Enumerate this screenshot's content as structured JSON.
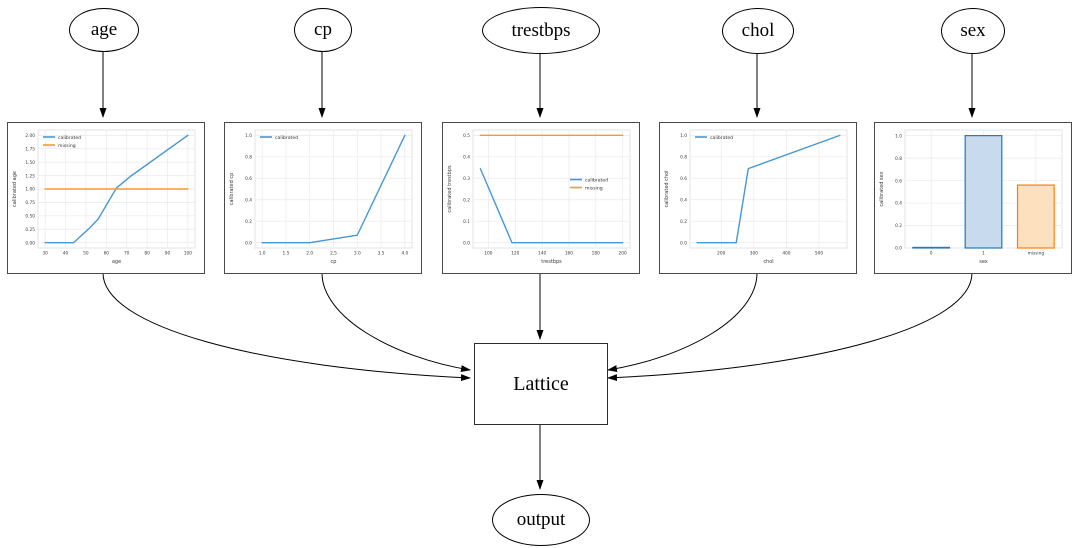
{
  "nodes": {
    "age": "age",
    "cp": "cp",
    "trestbps": "trestbps",
    "chol": "chol",
    "sex": "sex",
    "lattice": "Lattice",
    "output": "output"
  },
  "colors": {
    "calibrated_line": "#4b96d1",
    "missing_line": "#ff962d",
    "bar_blue_fill": "#c7daee",
    "bar_blue_edge": "#2878b5",
    "bar_orange_fill": "#fde0bd",
    "bar_orange_edge": "#ff7f0e",
    "grid": "#e9e9f0",
    "plot_border": "#e3e3ea",
    "box_border": "#4a4a4a",
    "edge_color": "#000000"
  },
  "chart_data": [
    {
      "type": "line",
      "xlabel": "age",
      "ylabel": "calibrated age",
      "xlim": [
        26.5,
        103.5
      ],
      "ylim": [
        -0.1,
        2.1
      ],
      "xticks": {
        "values": [
          30,
          40,
          50,
          60,
          70,
          80,
          90,
          100
        ],
        "labels": [
          "30",
          "40",
          "50",
          "60",
          "70",
          "80",
          "90",
          "100"
        ]
      },
      "yticks": {
        "values": [
          0,
          0.25,
          0.5,
          0.75,
          1.0,
          1.25,
          1.5,
          1.75,
          2.0
        ],
        "labels": [
          "0.00",
          "0.25",
          "0.50",
          "0.75",
          "1.00",
          "1.25",
          "1.50",
          "1.75",
          "2.00"
        ]
      },
      "series": [
        {
          "name": "calibrated",
          "color": "#4b96d1",
          "points": [
            [
              30,
              0
            ],
            [
              44,
              0
            ],
            [
              52,
              0.28
            ],
            [
              56,
              0.44
            ],
            [
              65,
              1.02
            ],
            [
              72,
              1.24
            ],
            [
              100,
              2.0
            ]
          ]
        },
        {
          "name": "missing",
          "color": "#ff962d",
          "points": [
            [
              30,
              1.0
            ],
            [
              100,
              1.0
            ]
          ]
        }
      ],
      "legend": {
        "show": true,
        "position": "nw",
        "entries": [
          "calibrated",
          "missing"
        ]
      }
    },
    {
      "type": "line",
      "xlabel": "cp",
      "ylabel": "calibrated cp",
      "xlim": [
        0.85,
        4.15
      ],
      "ylim": [
        -0.05,
        1.05
      ],
      "xticks": {
        "values": [
          1.0,
          1.5,
          2.0,
          2.5,
          3.0,
          3.5,
          4.0
        ],
        "labels": [
          "1.0",
          "1.5",
          "2.0",
          "2.5",
          "3.0",
          "3.5",
          "4.0"
        ]
      },
      "yticks": {
        "values": [
          0,
          0.2,
          0.4,
          0.6,
          0.8,
          1.0
        ],
        "labels": [
          "0.0",
          "0.2",
          "0.4",
          "0.6",
          "0.8",
          "1.0"
        ]
      },
      "series": [
        {
          "name": "calibrated",
          "color": "#4b96d1",
          "points": [
            [
              1,
              0
            ],
            [
              2,
              0
            ],
            [
              3,
              0.07
            ],
            [
              4,
              1.0
            ]
          ]
        }
      ],
      "legend": {
        "show": true,
        "position": "nw",
        "entries": [
          "calibrated"
        ]
      }
    },
    {
      "type": "line",
      "xlabel": "trestbps",
      "ylabel": "calibrated trestbps",
      "xlim": [
        88.5,
        205.5
      ],
      "ylim": [
        -0.025,
        0.525
      ],
      "xticks": {
        "values": [
          100,
          120,
          140,
          160,
          180,
          200
        ],
        "labels": [
          "100",
          "120",
          "140",
          "160",
          "180",
          "200"
        ]
      },
      "yticks": {
        "values": [
          0,
          0.1,
          0.2,
          0.3,
          0.4,
          0.5
        ],
        "labels": [
          "0.0",
          "0.1",
          "0.2",
          "0.3",
          "0.4",
          "0.5"
        ]
      },
      "series": [
        {
          "name": "calibrated",
          "color": "#4b96d1",
          "points": [
            [
              94,
              0.345
            ],
            [
              117.5,
              0
            ],
            [
              200,
              0
            ]
          ]
        },
        {
          "name": "missing",
          "color": "#ff962d",
          "points": [
            [
              94,
              0.5
            ],
            [
              200,
              0.5
            ]
          ]
        }
      ],
      "legend": {
        "show": true,
        "position": "e",
        "entries": [
          "calibrated",
          "missing"
        ]
      }
    },
    {
      "type": "line",
      "xlabel": "chol",
      "ylabel": "calibrated chol",
      "xlim": [
        104,
        586
      ],
      "ylim": [
        -0.05,
        1.05
      ],
      "xticks": {
        "values": [
          200,
          300,
          400,
          500
        ],
        "labels": [
          "200",
          "300",
          "400",
          "500"
        ]
      },
      "yticks": {
        "values": [
          0,
          0.2,
          0.4,
          0.6,
          0.8,
          1.0
        ],
        "labels": [
          "0.0",
          "0.2",
          "0.4",
          "0.6",
          "0.8",
          "1.0"
        ]
      },
      "series": [
        {
          "name": "calibrated",
          "color": "#4b96d1",
          "points": [
            [
              126,
              0
            ],
            [
              246,
              0
            ],
            [
              283,
              0.69
            ],
            [
              564,
              1.0
            ]
          ]
        }
      ],
      "legend": {
        "show": true,
        "position": "nw",
        "entries": [
          "calibrated"
        ]
      }
    },
    {
      "type": "bar",
      "xlabel": "sex",
      "ylabel": "calibrated sex",
      "categories": [
        "0",
        "1",
        "missing"
      ],
      "values": [
        0.005,
        1.0,
        0.56
      ],
      "bar_fills": [
        "#c7daee",
        "#c7daee",
        "#fde0bd"
      ],
      "bar_edges": [
        "#2878b5",
        "#2878b5",
        "#ff7f0e"
      ],
      "ylim": [
        0,
        1.05
      ],
      "yticks": {
        "values": [
          0,
          0.2,
          0.4,
          0.6,
          0.8,
          1.0
        ],
        "labels": [
          "0.0",
          "0.2",
          "0.4",
          "0.6",
          "0.8",
          "1.0"
        ]
      },
      "legend": {
        "show": false
      }
    }
  ]
}
